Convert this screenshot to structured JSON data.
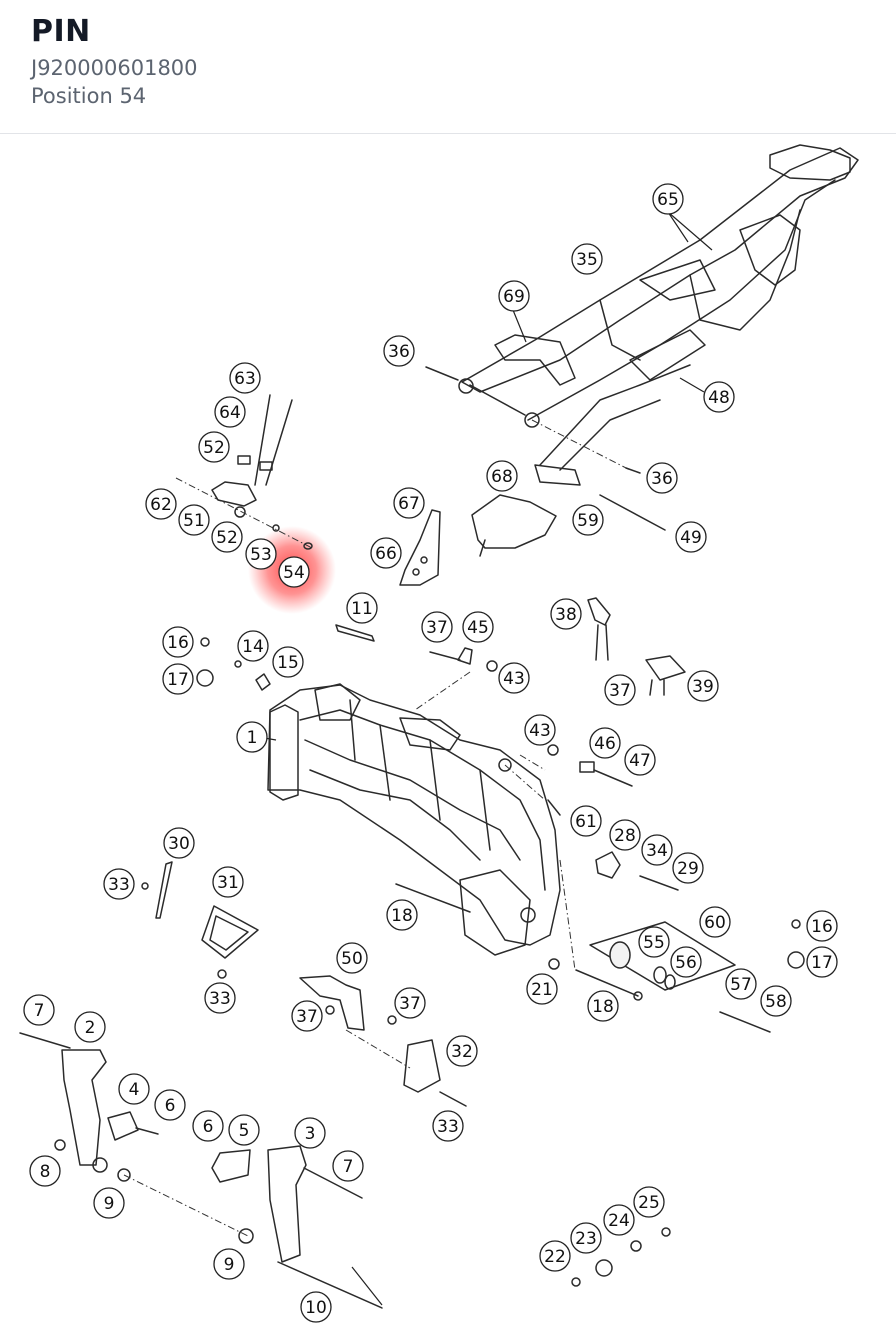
{
  "header": {
    "title": "PIN",
    "part_number": "J920000601800",
    "position": "Position 54"
  },
  "highlight": {
    "callout": "54",
    "color": "#ff3b3b"
  },
  "callouts": [
    "1",
    "2",
    "3",
    "4",
    "5",
    "6",
    "7",
    "8",
    "9",
    "10",
    "11",
    "14",
    "15",
    "16",
    "17",
    "18",
    "21",
    "22",
    "23",
    "24",
    "25",
    "28",
    "29",
    "30",
    "31",
    "32",
    "33",
    "34",
    "35",
    "36",
    "37",
    "38",
    "39",
    "43",
    "45",
    "46",
    "47",
    "48",
    "49",
    "50",
    "51",
    "52",
    "53",
    "54",
    "55",
    "56",
    "57",
    "58",
    "59",
    "60",
    "61",
    "62",
    "63",
    "64",
    "65",
    "66",
    "67",
    "68",
    "69"
  ]
}
